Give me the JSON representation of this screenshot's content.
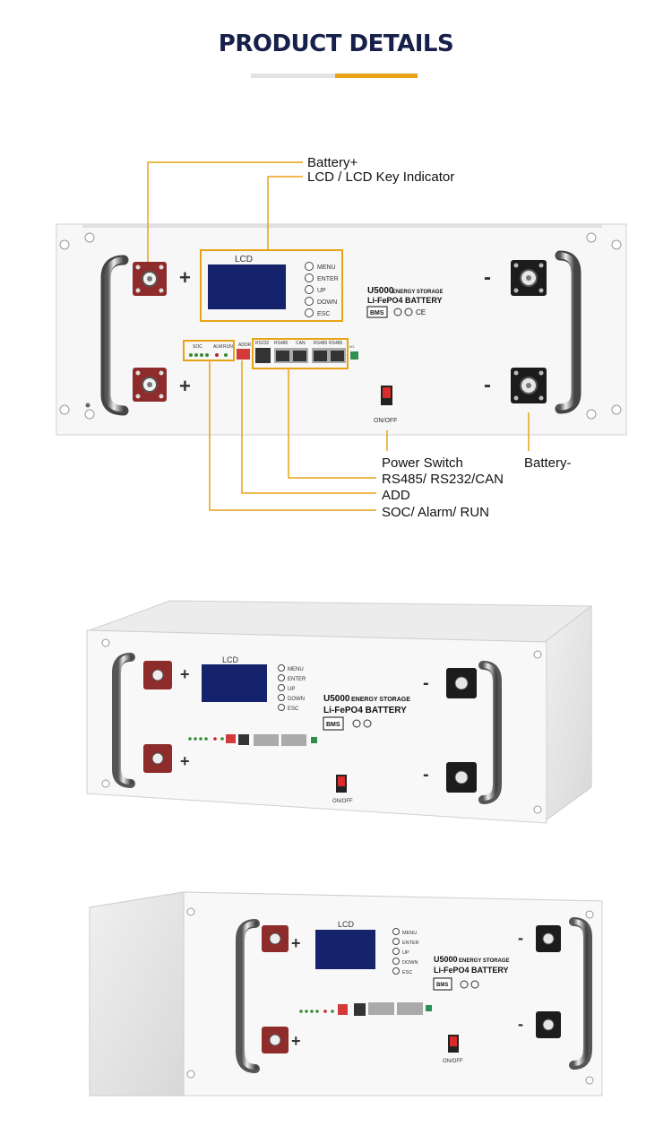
{
  "header": {
    "title": "PRODUCT DETAILS"
  },
  "callouts": {
    "battery_pos": "Battery+",
    "lcd_key": "LCD / LCD Key Indicator",
    "power_switch": "Power Switch",
    "battery_neg": "Battery-",
    "comm": "RS485/ RS232/CAN",
    "add": "ADD",
    "soc": "SOC/ Alarm/ RUN"
  },
  "panel": {
    "lcd": "LCD",
    "keys": [
      "MENU",
      "ENTER",
      "UP",
      "DOWN",
      "ESC"
    ],
    "model": "U5000",
    "storage": "ENERGY STORAGE",
    "chemistry": "Li-FePO4 BATTERY",
    "bms": "BMS",
    "soc_label": "SOC",
    "alm_label": "ALM",
    "run_label": "RUN",
    "addr_label": "ADDR",
    "ports": [
      "RS232",
      "RS485",
      "CAN",
      "RS485",
      "RS485"
    ],
    "io_label": "I/O",
    "switch_label": "ON/OFF",
    "plus": "+",
    "minus": "-"
  },
  "colors": {
    "accent": "#e8a317",
    "title": "#16204a",
    "terminal_red": "#9a2a2a",
    "lcd": "#14236b"
  }
}
